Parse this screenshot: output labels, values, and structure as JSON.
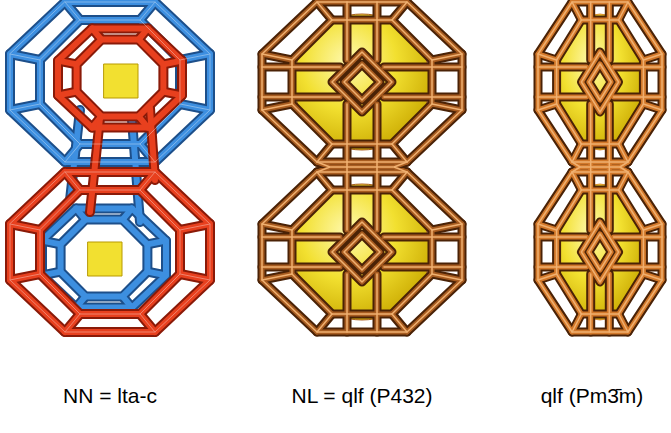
{
  "diagram": {
    "labels": [
      "NN = lta-c",
      "NL = qlf (P432)",
      "qlf (Pm3̄m)"
    ]
  }
}
